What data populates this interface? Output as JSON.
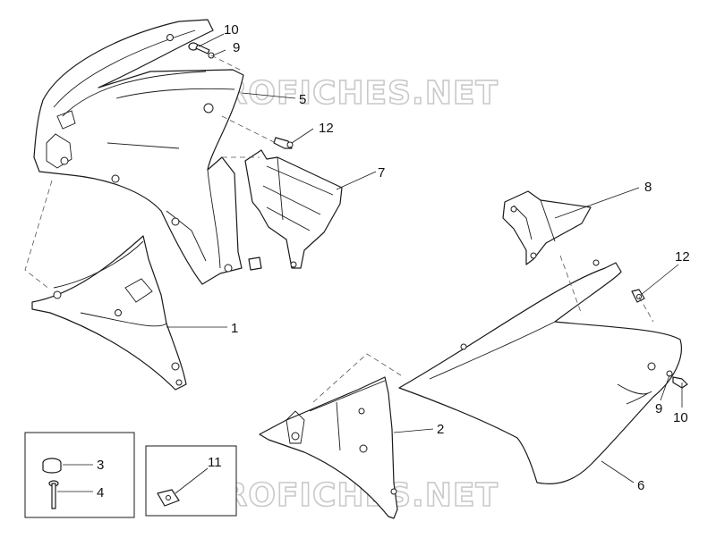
{
  "watermark": "MICROFICHES.NET",
  "callouts": {
    "p1": "1",
    "p2": "2",
    "p3": "3",
    "p4": "4",
    "p5": "5",
    "p6": "6",
    "p7": "7",
    "p8": "8",
    "p9_top": "9",
    "p9_right": "9",
    "p10_top": "10",
    "p10_right": "10",
    "p11": "11",
    "p12_top": "12",
    "p12_right": "12"
  }
}
